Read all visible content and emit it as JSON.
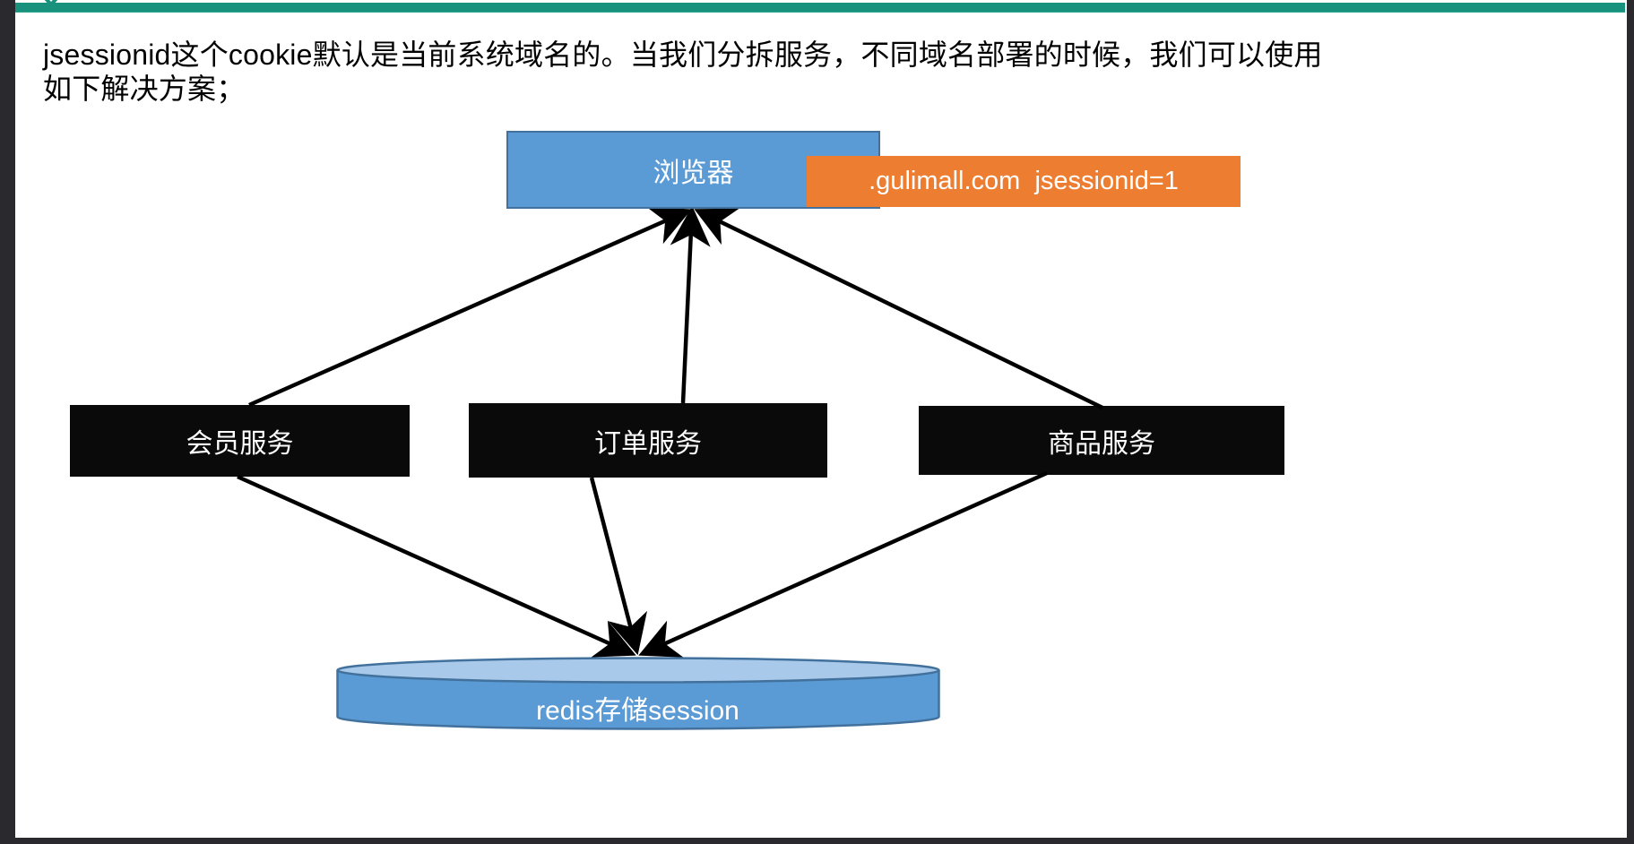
{
  "colors": {
    "teal": "#18917d",
    "frame-dark": "#2a2a2e",
    "node-blue": "#5b9bd5",
    "node-blue-border": "#41719c",
    "cylinder-top": "#a9c9ea",
    "cookie-orange": "#ed7d31",
    "node-black": "#0a0a0a",
    "arrow-black": "#000000"
  },
  "intro": {
    "line1": "jsessionid这个cookie默认是当前系统域名的。当我们分拆服务，不同域名部署的时候，我们可以使用",
    "line2": "如下解决方案；"
  },
  "diagram": {
    "browser": {
      "label": "浏览器"
    },
    "cookie_tag": {
      "label": ".gulimall.com  jsessionid=1"
    },
    "services": [
      {
        "id": "member",
        "label": "会员服务"
      },
      {
        "id": "order",
        "label": "订单服务"
      },
      {
        "id": "product",
        "label": "商品服务"
      }
    ],
    "redis": {
      "label": "redis存储session"
    },
    "edges": [
      {
        "from": "member",
        "to": "browser"
      },
      {
        "from": "order",
        "to": "browser"
      },
      {
        "from": "product",
        "to": "browser"
      },
      {
        "from": "member",
        "to": "redis"
      },
      {
        "from": "order",
        "to": "redis"
      },
      {
        "from": "product",
        "to": "redis"
      }
    ]
  }
}
